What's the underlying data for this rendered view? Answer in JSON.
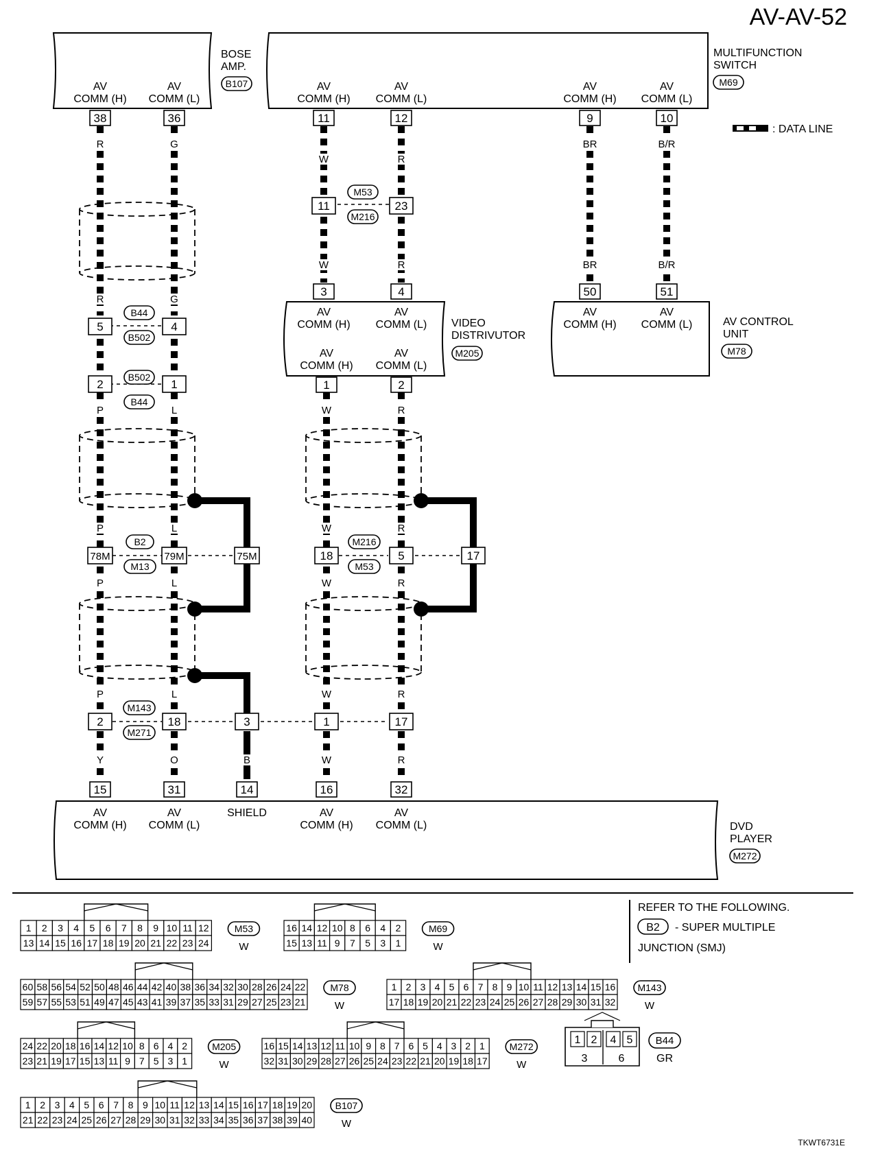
{
  "page_id": "AV-AV-52",
  "figure_code": "TKWT6731E",
  "legend": {
    "data_line": ": DATA LINE"
  },
  "units": {
    "bose_amp": {
      "name_lines": [
        "BOSE",
        "AMP."
      ],
      "connector": "B107"
    },
    "multifunction_switch": {
      "name_lines": [
        "MULTIFUNCTION",
        "SWITCH"
      ],
      "connector": "M69"
    },
    "video_distributor": {
      "name_lines": [
        "VIDEO",
        "DISTRIVUTOR"
      ],
      "connector": "M205"
    },
    "av_control_unit": {
      "name_lines": [
        "AV CONTROL",
        "UNIT"
      ],
      "connector": "M78"
    },
    "dvd_player": {
      "name_lines": [
        "DVD",
        "PLAYER"
      ],
      "connector": "M272"
    }
  },
  "terms": {
    "av": "AV",
    "comm_h": "COMM (H)",
    "comm_l": "COMM (L)",
    "shield": "SHIELD"
  },
  "pins": {
    "bose_h": "38",
    "bose_l": "36",
    "mfs_1h": "11",
    "mfs_1l": "12",
    "mfs_2h": "9",
    "mfs_2l": "10",
    "j1_a": "11",
    "j1_b": "23",
    "vd_in_h": "3",
    "vd_in_l": "4",
    "vd_out_h": "1",
    "vd_out_l": "2",
    "avc_h": "50",
    "avc_l": "51",
    "b44_h": "5",
    "b44_l": "4",
    "b502_h": "2",
    "b502_l": "1",
    "b2_a": "78M",
    "b2_b": "79M",
    "b2_c": "75M",
    "m216_a": "18",
    "m216_b": "5",
    "m216_c": "17",
    "m143_a": "2",
    "m143_b": "18",
    "m143_c": "3",
    "m143_d": "1",
    "m143_e": "17",
    "dvd_15": "15",
    "dvd_31": "31",
    "dvd_14": "14",
    "dvd_16": "16",
    "dvd_32": "32"
  },
  "wire_colors": {
    "r": "R",
    "g": "G",
    "w": "W",
    "br": "BR",
    "b_r": "B/R",
    "p": "P",
    "l": "L",
    "y": "Y",
    "o": "O",
    "b": "B"
  },
  "connectors": {
    "m53": "M53",
    "m216": "M216",
    "b44": "B44",
    "b502": "B502",
    "b2": "B2",
    "m13": "M13",
    "m143": "M143",
    "m271": "M271"
  },
  "note": {
    "line1": "REFER TO THE FOLLOWING.",
    "badge": "B2",
    "line2": "- SUPER MULTIPLE",
    "line3": "JUNCTION (SMJ)"
  },
  "connector_views": [
    {
      "id": "M53",
      "color": "W",
      "top": [
        "1",
        "2",
        "3",
        "4",
        "5",
        "6",
        "7",
        "8",
        "9",
        "10",
        "11",
        "12"
      ],
      "bottom": [
        "13",
        "14",
        "15",
        "16",
        "17",
        "18",
        "19",
        "20",
        "21",
        "22",
        "23",
        "24"
      ]
    },
    {
      "id": "M69",
      "color": "W",
      "top": [
        "16",
        "14",
        "12",
        "10",
        "8",
        "6",
        "4",
        "2"
      ],
      "bottom": [
        "15",
        "13",
        "11",
        "9",
        "7",
        "5",
        "3",
        "1"
      ]
    },
    {
      "id": "M78",
      "color": "W",
      "top": [
        "60",
        "58",
        "56",
        "54",
        "52",
        "50",
        "48",
        "46",
        "44",
        "42",
        "40",
        "38",
        "36",
        "34",
        "32",
        "30",
        "28",
        "26",
        "24",
        "22"
      ],
      "bottom": [
        "59",
        "57",
        "55",
        "53",
        "51",
        "49",
        "47",
        "45",
        "43",
        "41",
        "39",
        "37",
        "35",
        "33",
        "31",
        "29",
        "27",
        "25",
        "23",
        "21"
      ]
    },
    {
      "id": "M143",
      "color": "W",
      "top": [
        "1",
        "2",
        "3",
        "4",
        "5",
        "6",
        "7",
        "8",
        "9",
        "10",
        "11",
        "12",
        "13",
        "14",
        "15",
        "16"
      ],
      "bottom": [
        "17",
        "18",
        "19",
        "20",
        "21",
        "22",
        "23",
        "24",
        "25",
        "26",
        "27",
        "28",
        "29",
        "30",
        "31",
        "32"
      ]
    },
    {
      "id": "M205",
      "color": "W",
      "top": [
        "24",
        "22",
        "20",
        "18",
        "16",
        "14",
        "12",
        "10",
        "8",
        "6",
        "4",
        "2"
      ],
      "bottom": [
        "23",
        "21",
        "19",
        "17",
        "15",
        "13",
        "11",
        "9",
        "7",
        "5",
        "3",
        "1"
      ]
    },
    {
      "id": "M272",
      "color": "W",
      "top": [
        "16",
        "15",
        "14",
        "13",
        "12",
        "11",
        "10",
        "9",
        "8",
        "7",
        "6",
        "5",
        "4",
        "3",
        "2",
        "1"
      ],
      "bottom": [
        "32",
        "31",
        "30",
        "29",
        "28",
        "27",
        "26",
        "25",
        "24",
        "23",
        "22",
        "21",
        "20",
        "19",
        "18",
        "17"
      ]
    },
    {
      "id": "B44",
      "color": "GR",
      "top": [
        "1",
        "2",
        "4",
        "5"
      ],
      "bottom": [
        "3",
        "6"
      ]
    },
    {
      "id": "B107",
      "color": "W",
      "top": [
        "1",
        "2",
        "3",
        "4",
        "5",
        "6",
        "7",
        "8",
        "9",
        "10",
        "11",
        "12",
        "13",
        "14",
        "15",
        "16",
        "17",
        "18",
        "19",
        "20"
      ],
      "bottom": [
        "21",
        "22",
        "23",
        "24",
        "25",
        "26",
        "27",
        "28",
        "29",
        "30",
        "31",
        "32",
        "33",
        "34",
        "35",
        "36",
        "37",
        "38",
        "39",
        "40"
      ]
    }
  ]
}
